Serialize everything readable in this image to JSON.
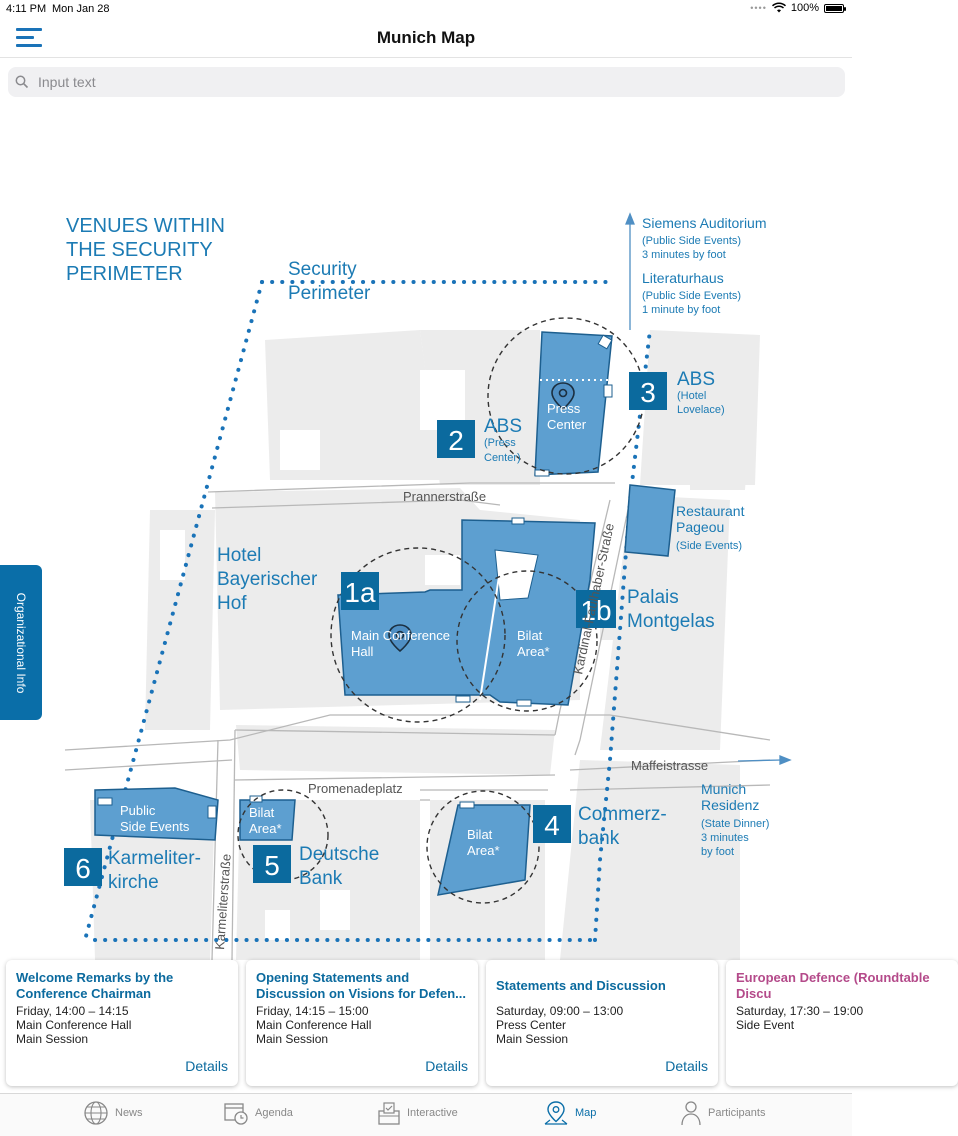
{
  "status": {
    "time": "4:11 PM",
    "date": "Mon Jan 28",
    "battery": "100%"
  },
  "nav": {
    "title": "Munich Map"
  },
  "search": {
    "placeholder": "Input text"
  },
  "map": {
    "heading": [
      "VENUES WITHIN",
      "THE SECURITY",
      "PERIMETER"
    ],
    "perimeter": [
      "Security",
      "Perimeter"
    ],
    "siemens": {
      "name": "Siemens Auditorium",
      "sub1": "(Public Side Events)",
      "sub2": "3 minutes by foot"
    },
    "literaturhaus": {
      "name": "Literaturhaus",
      "sub1": "(Public Side Events)",
      "sub2": "1 minute by foot"
    },
    "abs_hotel": {
      "num": "3",
      "name": "ABS",
      "sub1": "(Hotel",
      "sub2": "Lovelace)"
    },
    "abs_press": {
      "num": "2",
      "name": "ABS",
      "sub1": "(Press",
      "sub2": "Center)"
    },
    "press_center": [
      "Press",
      "Center"
    ],
    "prannerstrasse": "Prannerstraße",
    "restaurant": {
      "line1": "Restaurant",
      "line2": "Pageou",
      "line3": "(Side Events)"
    },
    "hotel_bayerischer": [
      "Hotel",
      "Bayerischer",
      "Hof"
    ],
    "label_1a": "1a",
    "label_1b": "1b",
    "main_hall": [
      "Main Conference",
      "Hall"
    ],
    "bilat_1b": [
      "Bilat",
      "Area*"
    ],
    "kardinal": "Kardinal-Faulhaber-Straße",
    "palais": [
      "Palais",
      "Montgelas"
    ],
    "maffeistrasse": "Maffeistrasse",
    "residenz": {
      "line1": "Munich",
      "line2": "Residenz",
      "line3": "(State Dinner)",
      "line4": "3 minutes",
      "line5": "by foot"
    },
    "promenadeplatz": "Promenadeplatz",
    "public_side": [
      "Public",
      "Side Events"
    ],
    "bilat_5": [
      "Bilat",
      "Area*"
    ],
    "bilat_4": [
      "Bilat",
      "Area*"
    ],
    "commerzbank": {
      "num": "4",
      "line1": "Commerz-",
      "line2": "bank"
    },
    "karmeliter": {
      "num": "6",
      "line1": "Karmeliter-",
      "line2": "kirche"
    },
    "deutsche": {
      "num": "5",
      "line1": "Deutsche",
      "line2": "Bank"
    },
    "karmeliterstrasse": "Karmeliterstraße"
  },
  "sidetab": {
    "label": "Organizational Info"
  },
  "cards": [
    {
      "title": "Welcome Remarks by the Conference Chairman",
      "time": "Friday, 14:00 – 14:15",
      "place": "Main Conference Hall",
      "type": "Main Session",
      "details": "Details"
    },
    {
      "title": "Opening Statements and Discussion on Visions for Defen...",
      "time": "Friday, 14:15 – 15:00",
      "place": "Main Conference Hall",
      "type": "Main Session",
      "details": "Details"
    },
    {
      "title": "Statements and Discussion",
      "time": "Saturday, 09:00 – 13:00",
      "place": "Press Center",
      "type": "Main Session",
      "details": "Details"
    },
    {
      "title": "European Defence (Roundtable Discu",
      "time": "Saturday, 17:30 – 19:00",
      "place": "Side Event",
      "type": "",
      "details": ""
    }
  ],
  "tabs": [
    {
      "label": "News",
      "icon": "globe-icon"
    },
    {
      "label": "Agenda",
      "icon": "calendar-clock-icon"
    },
    {
      "label": "Interactive",
      "icon": "ballot-box-icon"
    },
    {
      "label": "Map",
      "icon": "map-pin-icon"
    },
    {
      "label": "Participants",
      "icon": "person-icon"
    }
  ],
  "colors": {
    "accent": "#0a6ea8",
    "venue": "#5d9fd0",
    "map_heading": "#1c7bb4",
    "block": "#ececec"
  }
}
